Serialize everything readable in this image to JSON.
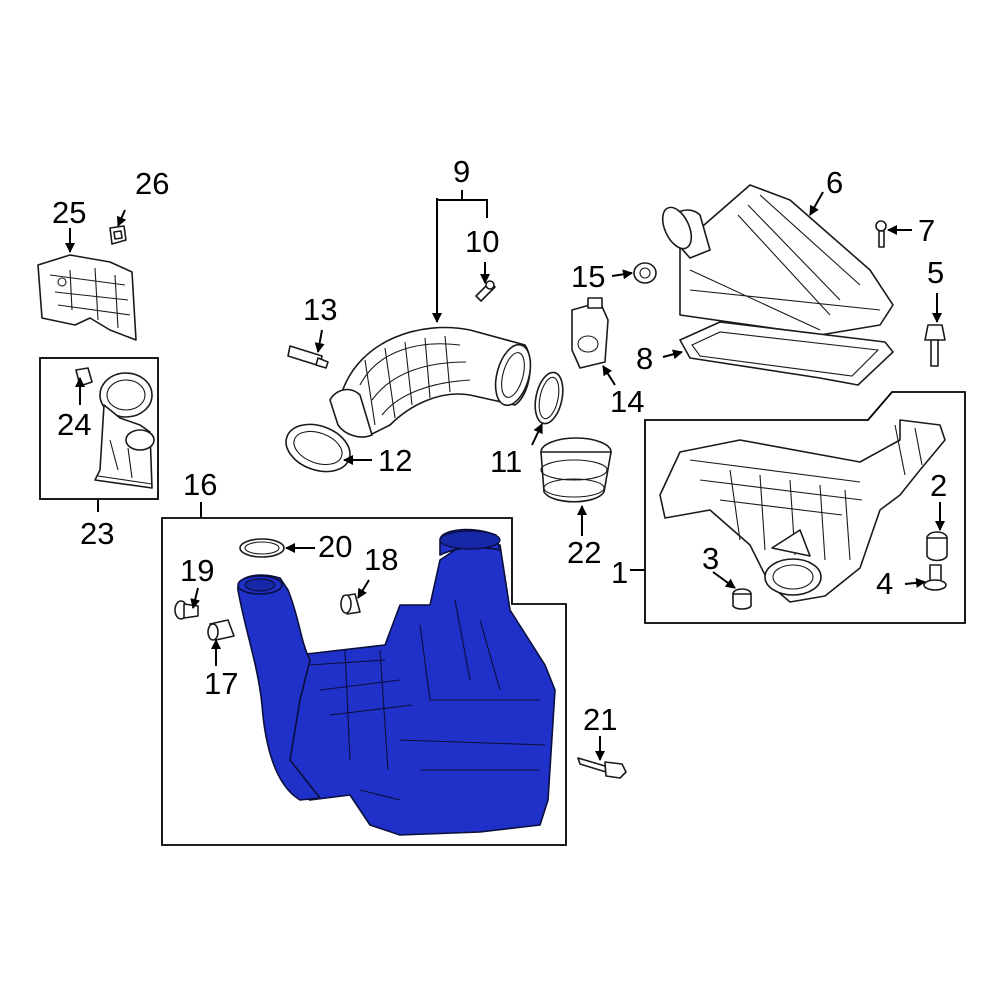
{
  "diagram": {
    "callouts": [
      "1",
      "2",
      "3",
      "4",
      "5",
      "6",
      "7",
      "8",
      "9",
      "10",
      "11",
      "12",
      "13",
      "14",
      "15",
      "16",
      "17",
      "18",
      "19",
      "20",
      "21",
      "22",
      "23",
      "24",
      "25",
      "26"
    ],
    "highlight_color": "#1f31c8"
  }
}
